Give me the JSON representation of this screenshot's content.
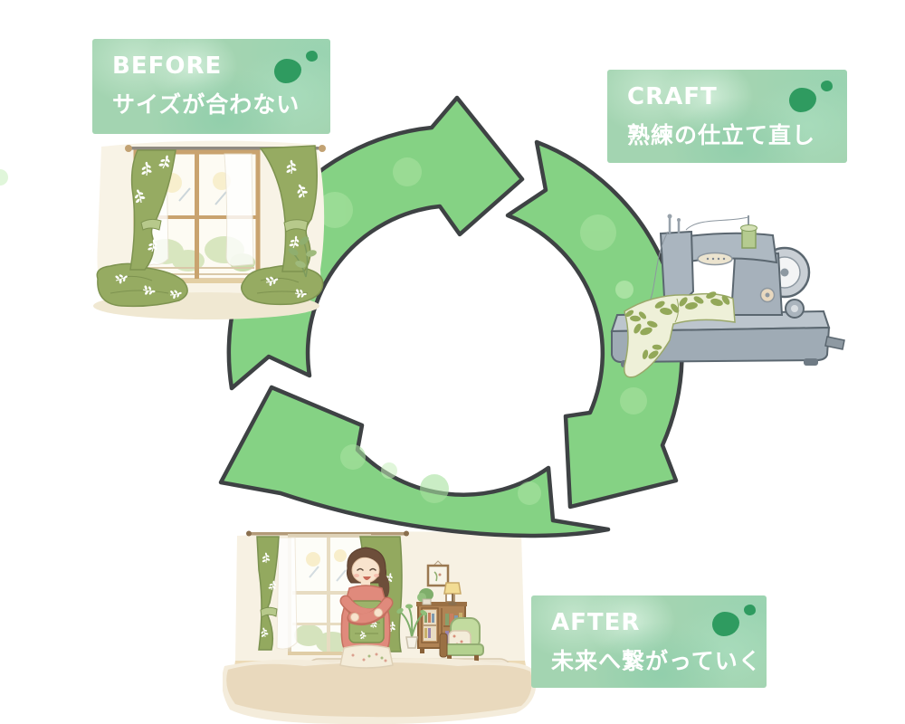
{
  "diagram": {
    "type": "cycle",
    "direction": "clockwise",
    "stages": [
      {
        "id": "before",
        "title": "BEFORE",
        "subtitle": "サイズが合わない",
        "illustration": "window-with-too-long-green-curtains"
      },
      {
        "id": "craft",
        "title": "CRAFT",
        "subtitle": "熟練の仕立て直し",
        "illustration": "sewing-machine-remaking-curtain-fabric"
      },
      {
        "id": "after",
        "title": "AFTER",
        "subtitle": "未来へ繋がっていく",
        "illustration": "woman-hugging-remade-curtains-in-living-room"
      }
    ]
  },
  "colors": {
    "background": "#ffffff",
    "arrow_green": "#85d284",
    "arrow_light_patch": "#a8e2a0",
    "arrow_outline": "#3e4244",
    "label_background_green": "#a3d4b1",
    "label_text": "#ffffff",
    "leaf_blob_green": "#2f9b60",
    "curtain_green": "#93a95f"
  }
}
